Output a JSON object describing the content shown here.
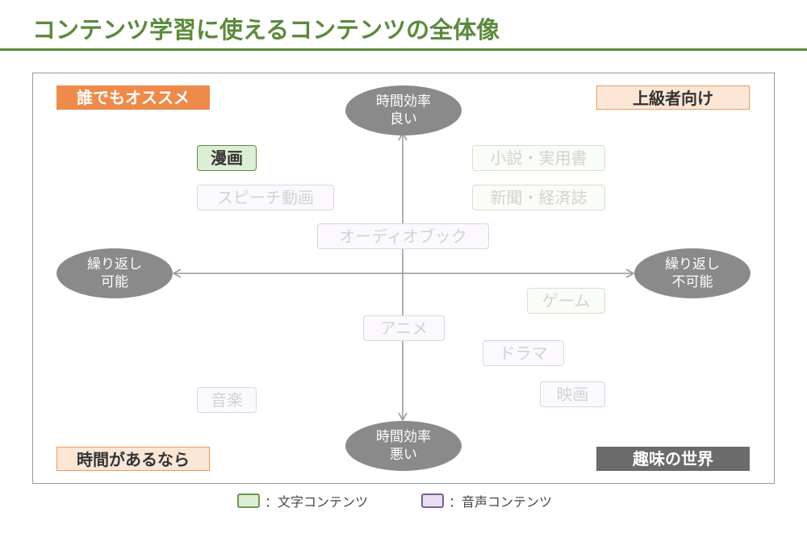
{
  "title": "コンテンツ学習に使えるコンテンツの全体像",
  "axis": {
    "top": [
      "時間効率",
      "良い"
    ],
    "bottom": [
      "時間効率",
      "悪い"
    ],
    "left": [
      "繰り返し",
      "可能"
    ],
    "right": [
      "繰り返し",
      "不可能"
    ]
  },
  "corners": {
    "top_left": "誰でもオススメ",
    "top_right": "上級者向け",
    "bottom_left": "時間があるなら",
    "bottom_right": "趣味の世界"
  },
  "items": {
    "manga": "漫画",
    "speech": "スピーチ動画",
    "audiobook": "オーディオブック",
    "novel": "小説・実用書",
    "news": "新聞・経済誌",
    "game": "ゲーム",
    "anime": "アニメ",
    "drama": "ドラマ",
    "movie": "映画",
    "music": "音楽"
  },
  "legend": {
    "text": "：文字コンテンツ",
    "audio": "：音声コンテンツ"
  },
  "colors": {
    "title_green": "#5b8a3c",
    "orange": "#ee8a4a",
    "peach": "#fce6d6",
    "dark_gray": "#6b6b6b",
    "ellipse_gray": "#8a8a8a"
  }
}
